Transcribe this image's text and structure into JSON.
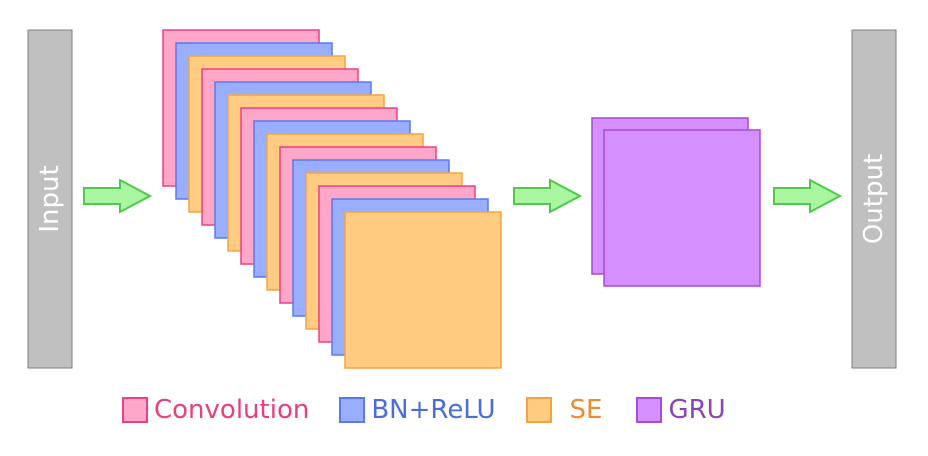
{
  "io": {
    "input_label": "Input",
    "output_label": "Output"
  },
  "colors": {
    "io_fill": "#c0c0c0",
    "io_stroke": "#7f7f7f",
    "arrow_fill": "#a9f5a0",
    "arrow_stroke": "#4ec94a",
    "convolution_fill": "#ffa7c8",
    "convolution_stroke": "#ee3f86",
    "bn_relu_fill": "#9aaeff",
    "bn_relu_stroke": "#5b78f0",
    "se_fill": "#ffcc82",
    "se_stroke": "#f5a340",
    "gru_fill": "#d58fff",
    "gru_stroke": "#a64cd6"
  },
  "conv_stack": [
    "convolution",
    "bn_relu",
    "se",
    "convolution",
    "bn_relu",
    "se",
    "convolution",
    "bn_relu",
    "se",
    "convolution",
    "bn_relu",
    "se",
    "convolution",
    "bn_relu",
    "se"
  ],
  "gru_stack": [
    "gru",
    "gru"
  ],
  "legend": [
    {
      "key": "convolution",
      "label": "Convolution",
      "text_color": "#e8407f"
    },
    {
      "key": "bn_relu",
      "label": "BN+ReLU",
      "text_color": "#4a6cdd"
    },
    {
      "key": "se",
      "label": "SE",
      "text_color": "#f08a2a"
    },
    {
      "key": "gru",
      "label": "GRU",
      "text_color": "#8a44b6"
    }
  ]
}
